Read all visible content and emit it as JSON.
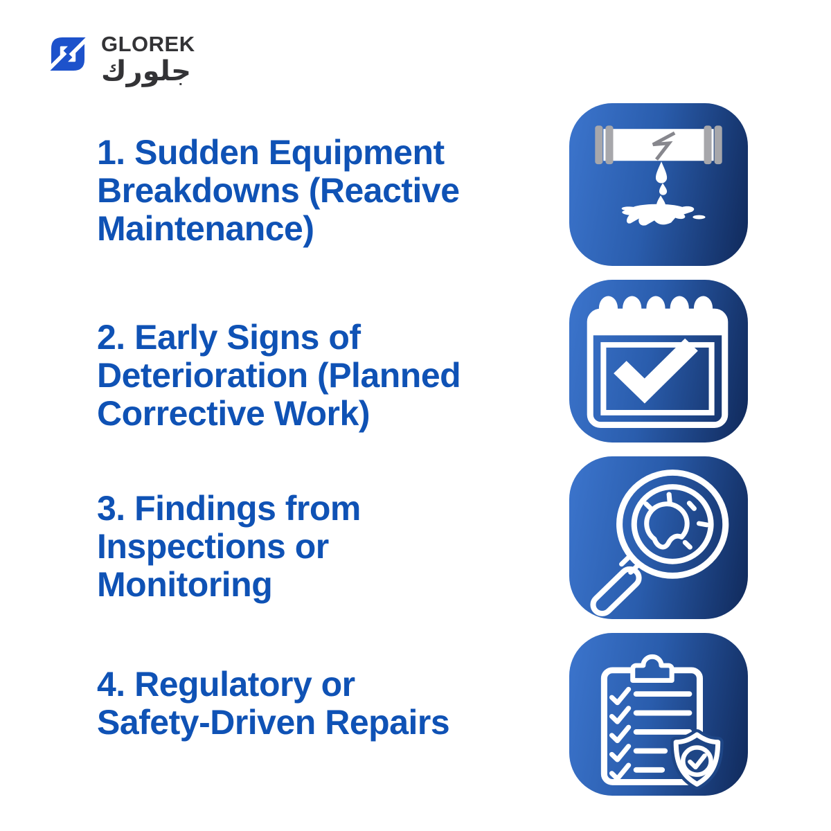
{
  "brand": {
    "name": "GLOREK",
    "name_arabic": "جلورك"
  },
  "items": [
    {
      "icon": "burst-pipe-leak-icon",
      "lines": [
        "1. Sudden Equipment",
        "Breakdowns (Reactive",
        "Maintenance)"
      ]
    },
    {
      "icon": "calendar-check-icon",
      "lines": [
        "2. Early Signs of",
        "Deterioration (Planned",
        "Corrective Work)"
      ]
    },
    {
      "icon": "magnifier-bulb-icon",
      "lines": [
        "3. Findings from",
        "Inspections or",
        "Monitoring"
      ]
    },
    {
      "icon": "clipboard-shield-check-icon",
      "lines": [
        "4. Regulatory or",
        "Safety-Driven Repairs"
      ]
    }
  ],
  "colors": {
    "text_blue": "#0f52b5",
    "tile_gradient_start": "#3c75cd",
    "tile_gradient_end": "#10295a",
    "logo_blue": "#1d52cb",
    "logo_text": "#333336",
    "pipe_flange_gray": "#a7a7ab",
    "crack_gray": "#87878d"
  }
}
